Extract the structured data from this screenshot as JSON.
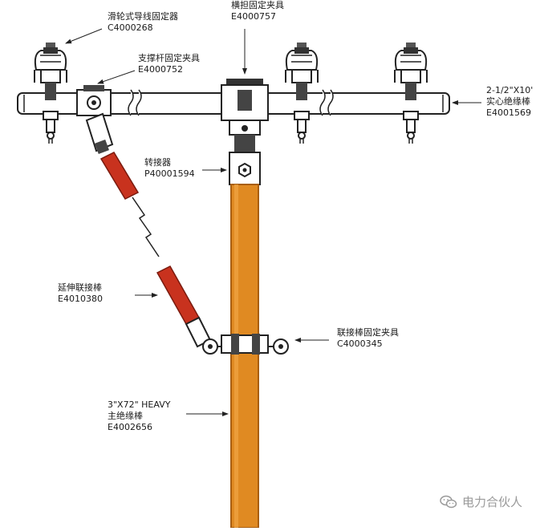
{
  "labels": {
    "sliding_clamp": {
      "name": "滑轮式导线固定器",
      "code": "C4000268"
    },
    "crossarm_clamp": {
      "name": "横担固定夹具",
      "code": "E4000757"
    },
    "brace_clamp": {
      "name": "支撑杆固定夹具",
      "code": "E4000752"
    },
    "solid_stick": {
      "size": "2-1/2\"X10'",
      "name": "实心绝缘棒",
      "code": "E4001569"
    },
    "adapter": {
      "name": "转接器",
      "code": "P40001594"
    },
    "extension_stick": {
      "name": "延伸联接棒",
      "code": "E4010380"
    },
    "link_clamp": {
      "name": "联接棒固定夹具",
      "code": "C4000345"
    },
    "main_stick": {
      "size": "3\"X72\" HEAVY",
      "name": "主绝缘棒",
      "code": "E4002656"
    }
  },
  "watermark": {
    "text": "电力合伙人",
    "icon": "wechat-icon"
  },
  "colors": {
    "pole": "#e08a22",
    "pole_edge": "#a85e10",
    "brace": "#c8321e",
    "metal": "#3a3a3a",
    "stick": "#ffffff"
  }
}
